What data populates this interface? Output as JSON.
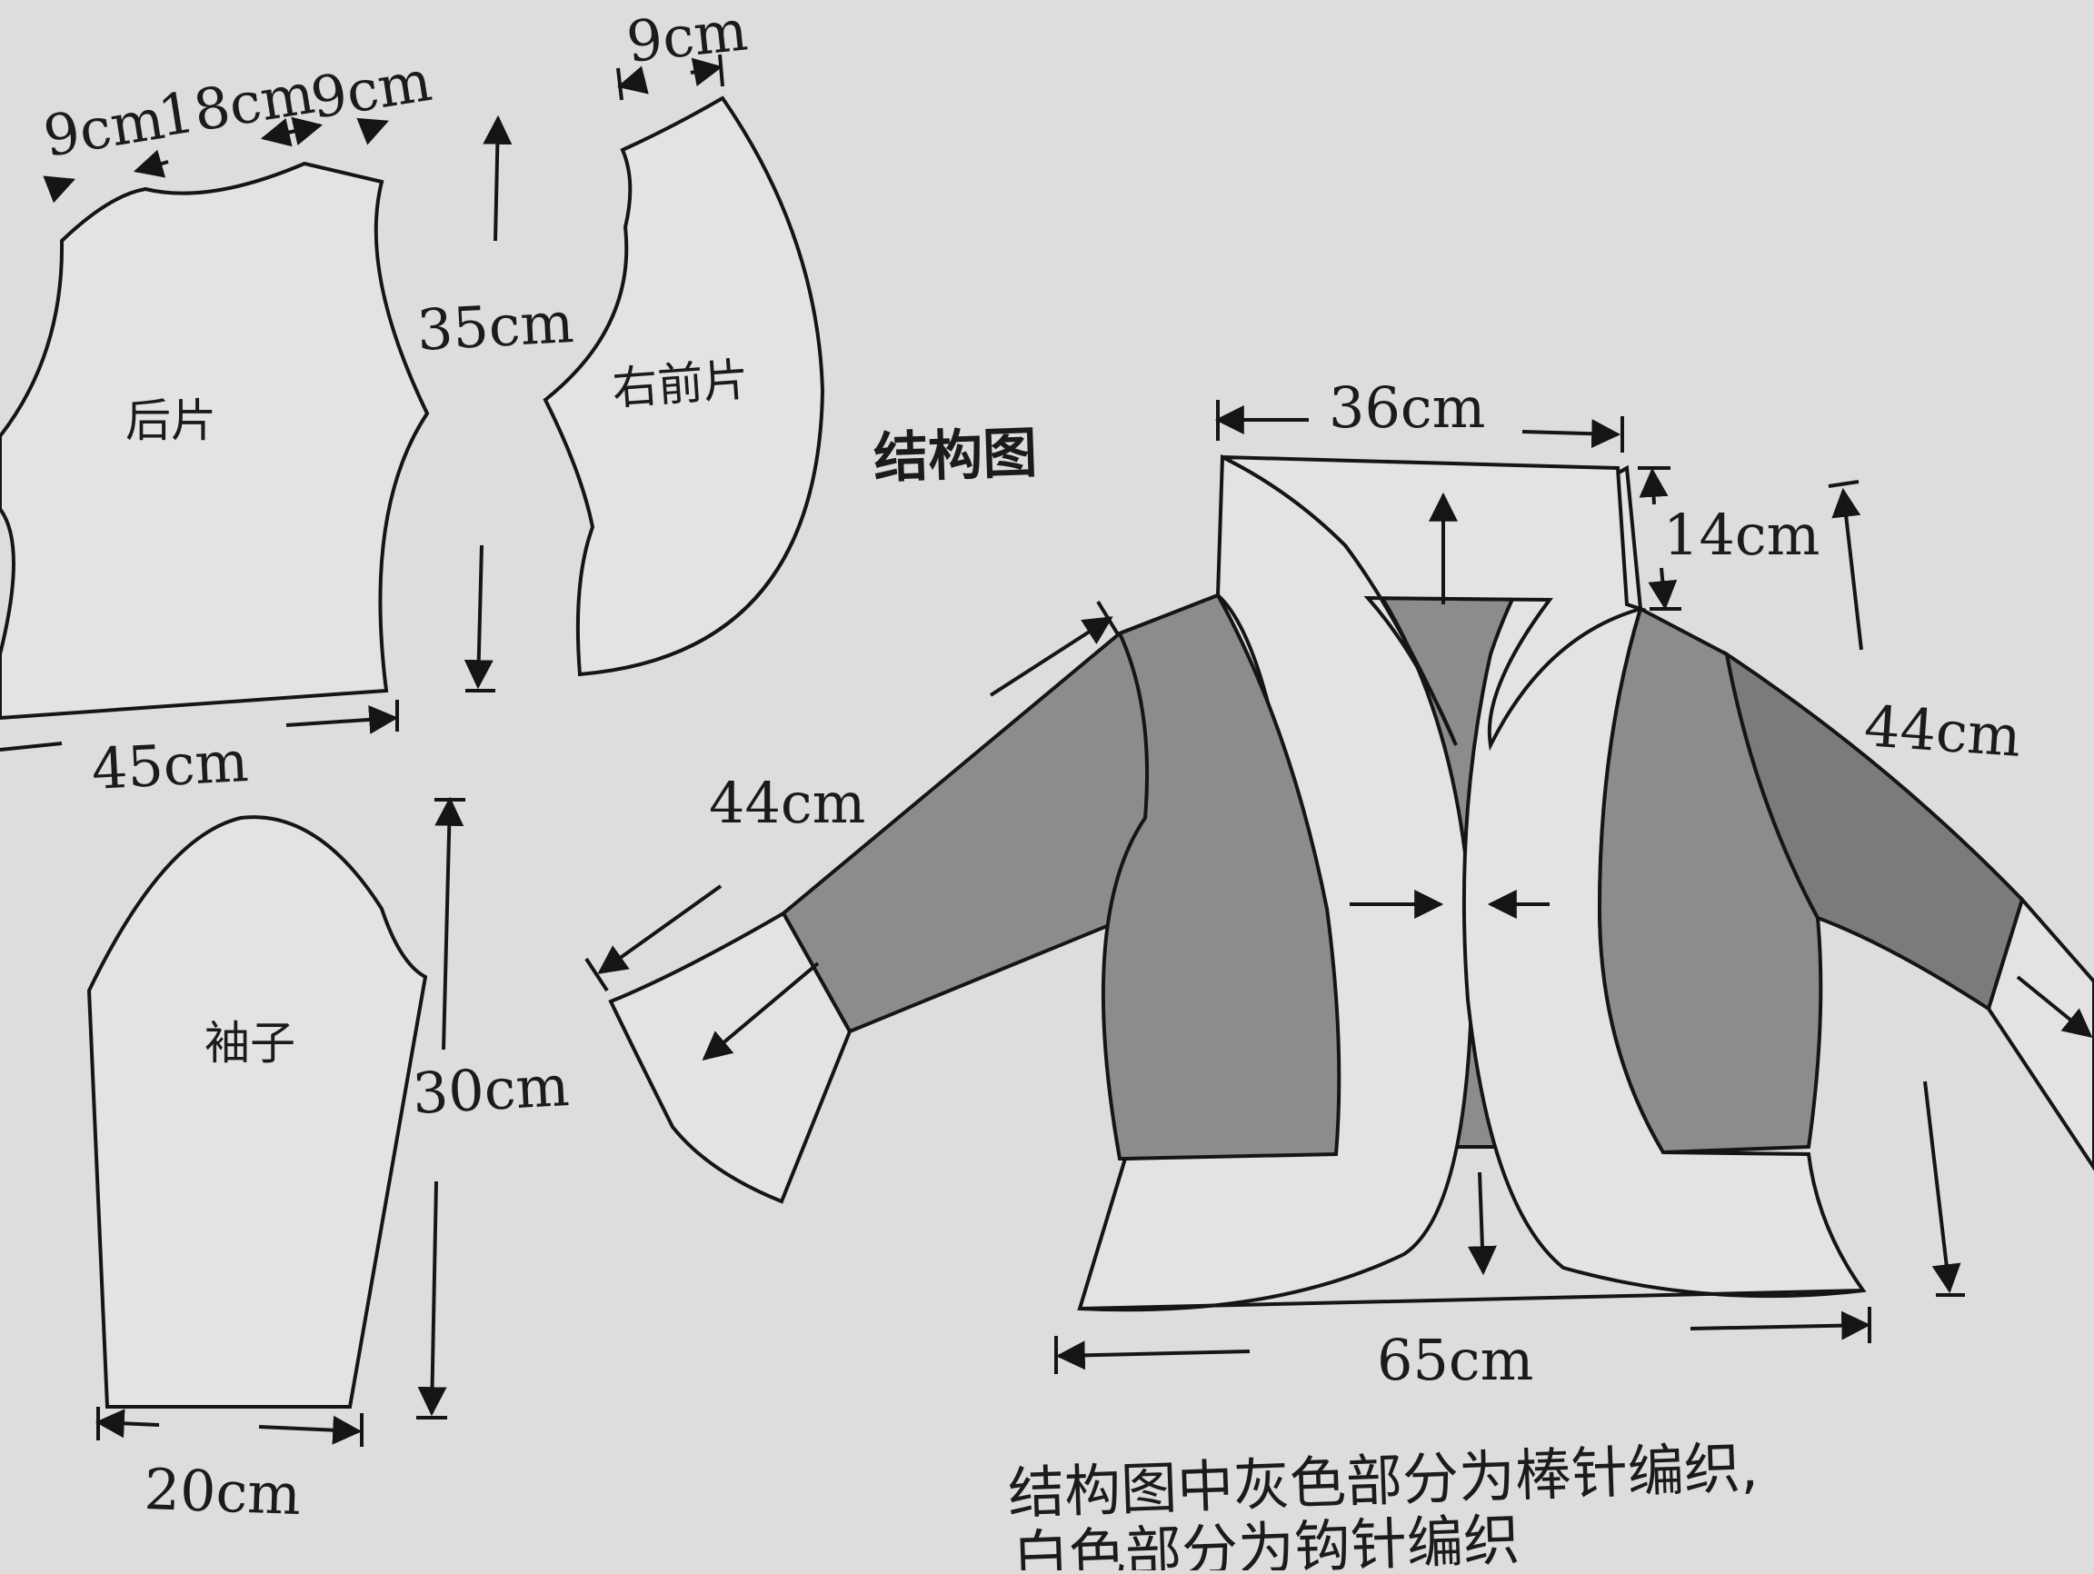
{
  "pieces": {
    "back": {
      "name": "后片",
      "neck_left": "9cm",
      "neck_mid": "18cm",
      "neck_right": "9cm",
      "height": "35cm",
      "width": "45cm"
    },
    "right_front": {
      "name": "右前片",
      "top": "9cm"
    },
    "sleeve": {
      "name": "袖子",
      "height": "30cm",
      "width": "20cm"
    }
  },
  "structure": {
    "title": "结构图",
    "top_width": "36cm",
    "collar_height": "14cm",
    "left_sleeve": "44cm",
    "right_sleeve": "44cm",
    "bottom_width": "65cm"
  },
  "note": {
    "line1": "结构图中灰色部分为棒针编织,",
    "line2": "白色部分为钩针编织"
  },
  "colors": {
    "paper": "#dedcdd",
    "knit_gray": "#8d8b8c",
    "ink": "#151515"
  }
}
